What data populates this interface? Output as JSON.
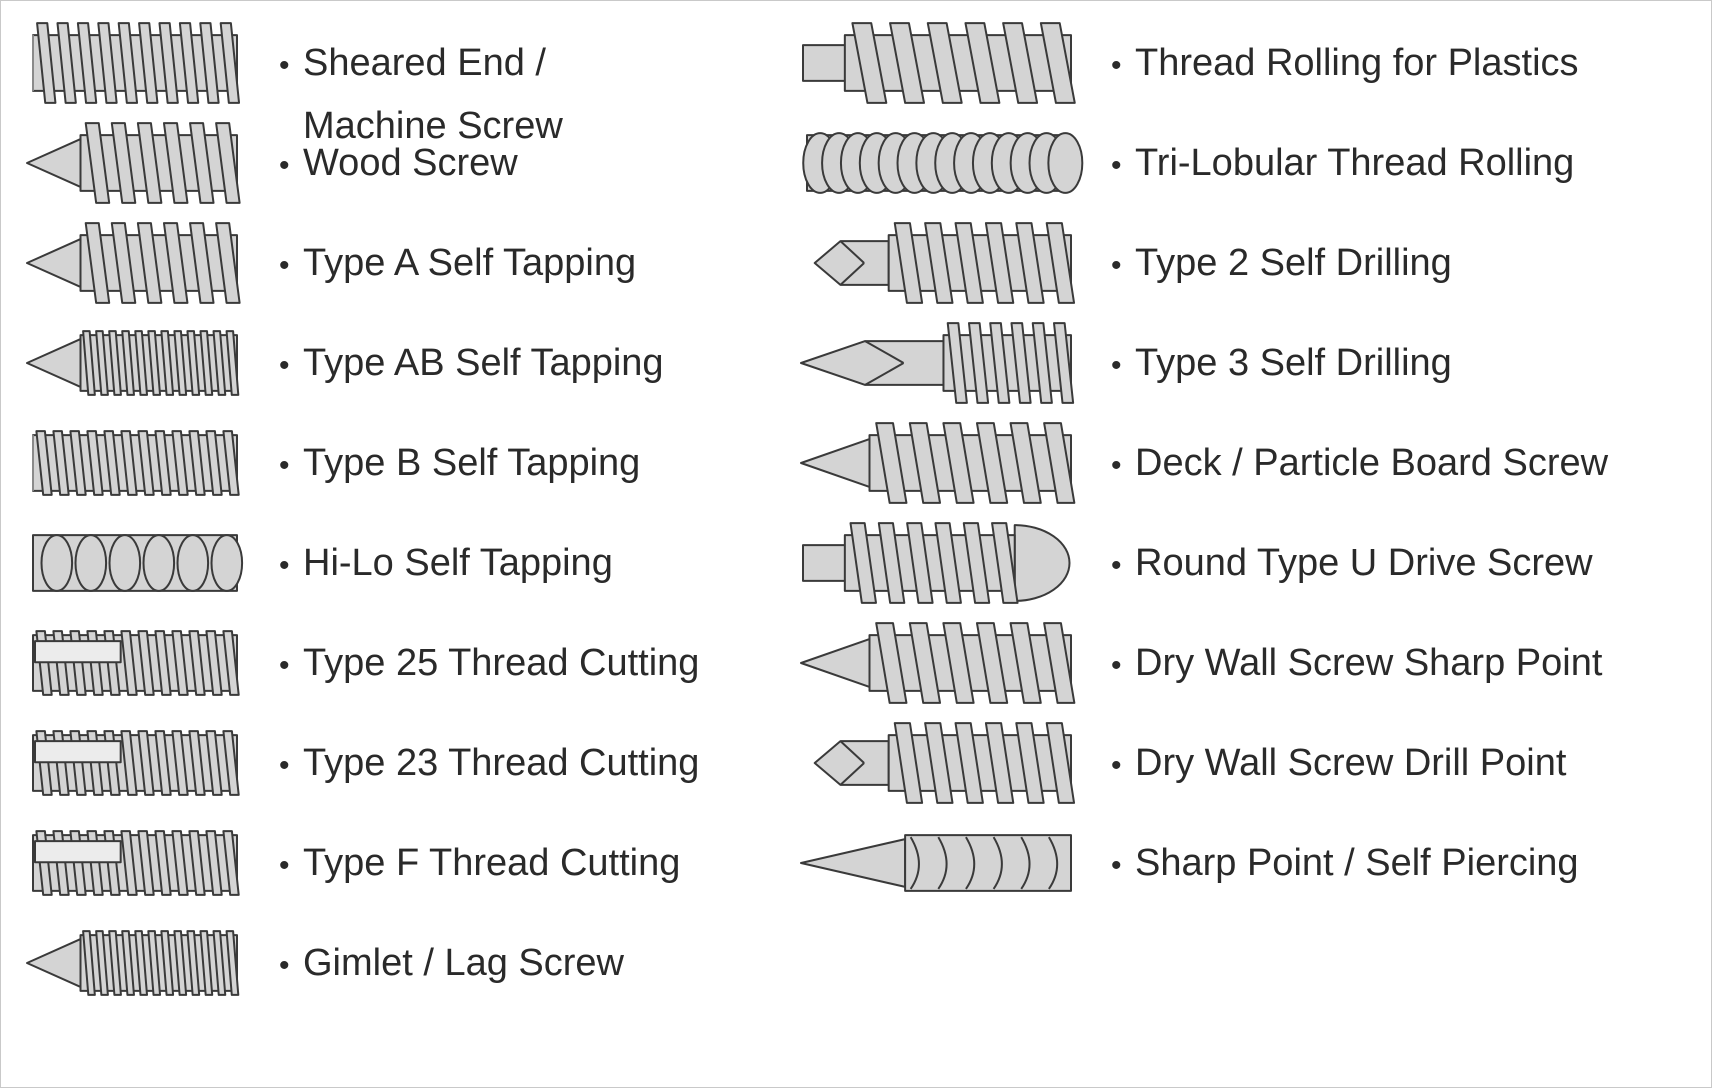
{
  "left_column": [
    {
      "id": "sheared-end-machine-screw",
      "label": "Sheared End /",
      "label_line2": "Machine Screw",
      "icon": "sheared-end-screw-icon",
      "kind": "blunt-straight"
    },
    {
      "id": "wood-screw",
      "label": "Wood Screw",
      "icon": "wood-screw-icon",
      "kind": "pointed-coarse"
    },
    {
      "id": "type-a-self-tapping",
      "label": "Type A Self Tapping",
      "icon": "type-a-screw-icon",
      "kind": "pointed-coarse"
    },
    {
      "id": "type-ab-self-tapping",
      "label": "Type AB Self Tapping",
      "icon": "type-ab-screw-icon",
      "kind": "pointed-fine"
    },
    {
      "id": "type-b-self-tapping",
      "label": "Type B Self Tapping",
      "icon": "type-b-screw-icon",
      "kind": "blunt-fine"
    },
    {
      "id": "hi-lo-self-tapping",
      "label": "Hi-Lo Self Tapping",
      "icon": "hi-lo-screw-icon",
      "kind": "blunt-loop"
    },
    {
      "id": "type-25-thread-cutting",
      "label": "Type 25 Thread Cutting",
      "icon": "type-25-screw-icon",
      "kind": "slotted"
    },
    {
      "id": "type-23-thread-cutting",
      "label": "Type 23 Thread Cutting",
      "icon": "type-23-screw-icon",
      "kind": "slotted"
    },
    {
      "id": "type-f-thread-cutting",
      "label": "Type F Thread Cutting",
      "icon": "type-f-screw-icon",
      "kind": "slotted"
    },
    {
      "id": "gimlet-lag-screw",
      "label": "Gimlet / Lag Screw",
      "icon": "gimlet-screw-icon",
      "kind": "pointed-fine"
    }
  ],
  "right_column": [
    {
      "id": "thread-rolling-plastics",
      "label": "Thread Rolling for Plastics",
      "icon": "thread-rolling-plastics-icon",
      "kind": "pilot-coarse"
    },
    {
      "id": "tri-lobular-thread-rolling",
      "label": "Tri-Lobular Thread Rolling",
      "icon": "tri-lobular-screw-icon",
      "kind": "lobular"
    },
    {
      "id": "type-2-self-drilling",
      "label": "Type 2 Self Drilling",
      "icon": "type-2-drill-screw-icon",
      "kind": "drill-short"
    },
    {
      "id": "type-3-self-drilling",
      "label": "Type 3 Self Drilling",
      "icon": "type-3-drill-screw-icon",
      "kind": "drill-long"
    },
    {
      "id": "deck-particle-board-screw",
      "label": "Deck / Particle Board Screw",
      "icon": "deck-screw-icon",
      "kind": "pointed-coarse"
    },
    {
      "id": "round-type-u-drive-screw",
      "label": "Round Type U Drive Screw",
      "icon": "drive-screw-icon",
      "kind": "drive-round-head"
    },
    {
      "id": "dry-wall-sharp-point",
      "label": "Dry Wall Screw Sharp Point",
      "icon": "drywall-sharp-screw-icon",
      "kind": "pointed-coarse"
    },
    {
      "id": "dry-wall-drill-point",
      "label": "Dry Wall Screw Drill Point",
      "icon": "drywall-drill-screw-icon",
      "kind": "drill-short"
    },
    {
      "id": "sharp-point-self-piercing",
      "label": "Sharp Point / Self Piercing",
      "icon": "self-piercing-screw-icon",
      "kind": "needle"
    }
  ],
  "bullet": "•"
}
